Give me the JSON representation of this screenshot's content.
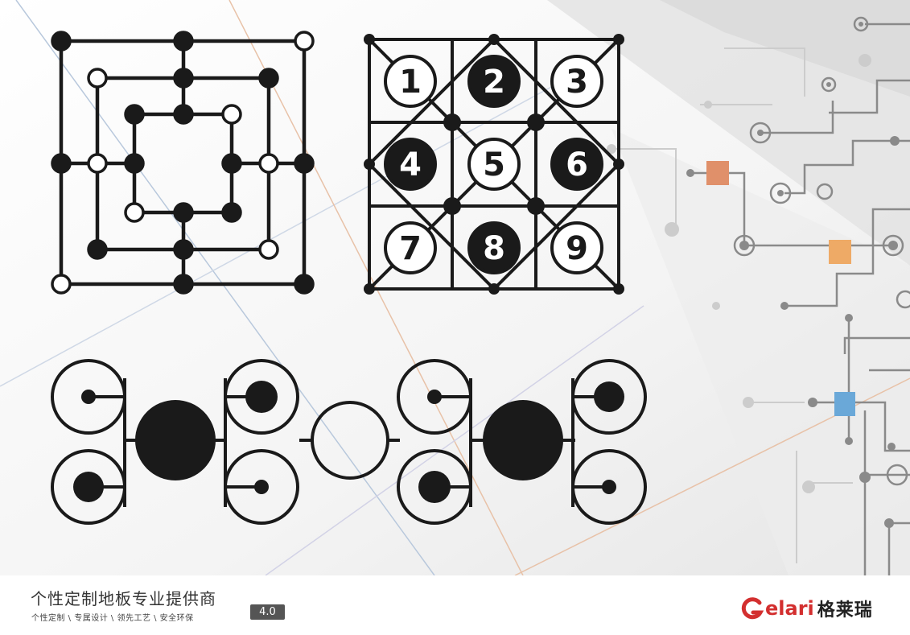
{
  "footer": {
    "tagline": "个性定制地板专业提供商",
    "subline": "个性定制 \\ 专属设计 \\ 领先工艺 \\ 安全环保",
    "version": "4.0",
    "brand_latin": "elari",
    "brand_cn": "格莱瑞"
  },
  "number_grid": {
    "cells": [
      {
        "label": "1",
        "filled": false
      },
      {
        "label": "2",
        "filled": true
      },
      {
        "label": "3",
        "filled": false
      },
      {
        "label": "4",
        "filled": true
      },
      {
        "label": "5",
        "filled": false
      },
      {
        "label": "6",
        "filled": true
      },
      {
        "label": "7",
        "filled": false
      },
      {
        "label": "8",
        "filled": true
      },
      {
        "label": "9",
        "filled": false
      }
    ]
  },
  "colors": {
    "ink": "#1a1a1a",
    "accent_orange": "#e0906a",
    "accent_amber": "#eeaa66",
    "accent_blue": "#6aa8d8",
    "brand_red": "#d32f2f",
    "circuit_gray": "#8a8a8a"
  }
}
